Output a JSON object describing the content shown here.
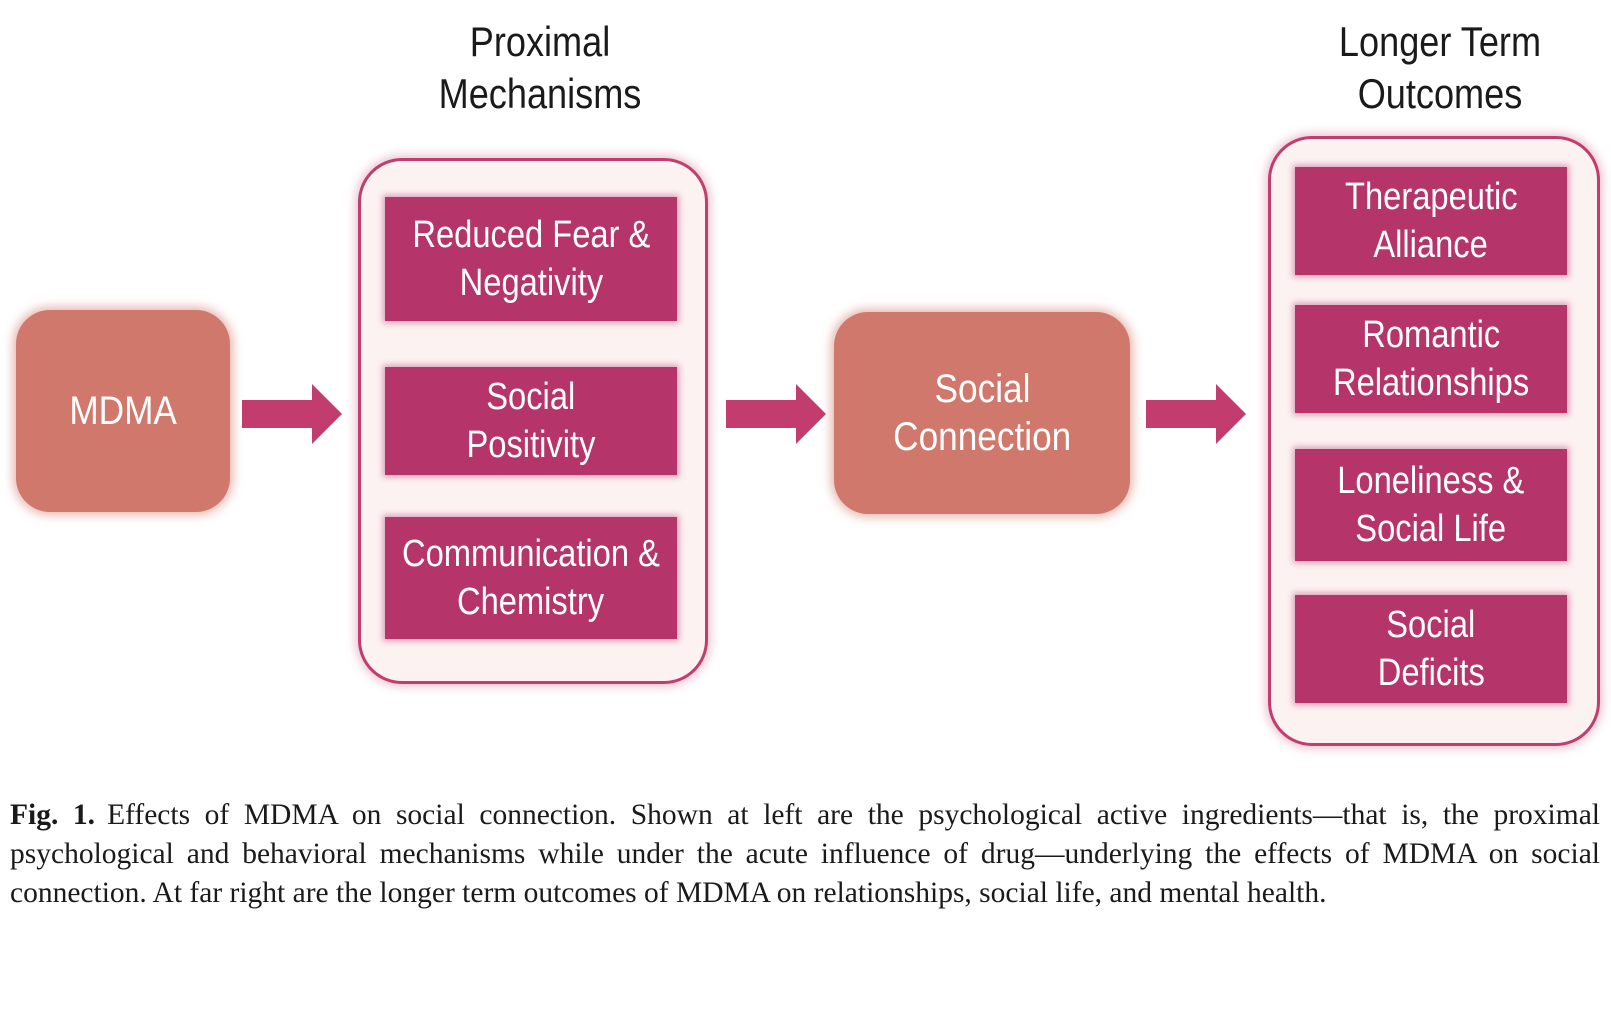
{
  "headings": {
    "proximal": [
      "Proximal",
      "Mechanisms"
    ],
    "outcomes": [
      "Longer Term",
      "Outcomes"
    ]
  },
  "nodes": {
    "mdma": [
      "MDMA"
    ],
    "social_connection": [
      "Social",
      "Connection"
    ]
  },
  "proximal_mechanisms": [
    [
      "Reduced Fear &",
      "Negativity"
    ],
    [
      "Social",
      "Positivity"
    ],
    [
      "Communication &",
      "Chemistry"
    ]
  ],
  "outcomes": [
    [
      "Therapeutic",
      "Alliance"
    ],
    [
      "Romantic",
      "Relationships"
    ],
    [
      "Loneliness &",
      "Social Life"
    ],
    [
      "Social",
      "Deficits"
    ]
  ],
  "colors": {
    "node_fill": "#d1786c",
    "item_fill": "#b5346a",
    "group_border": "#c23c6d",
    "group_fill": "#fcf2f2",
    "arrow": "#c23c6d"
  },
  "caption": {
    "label": "Fig. 1.",
    "text": "Effects of MDMA on social connection. Shown at left are the psychological active ingredients—that is, the proximal psychological and behavioral mechanisms while under the acute influence of drug—underlying the effects of MDMA on social connection. At far right are the longer term outcomes of MDMA on relationships, social life, and mental health."
  }
}
